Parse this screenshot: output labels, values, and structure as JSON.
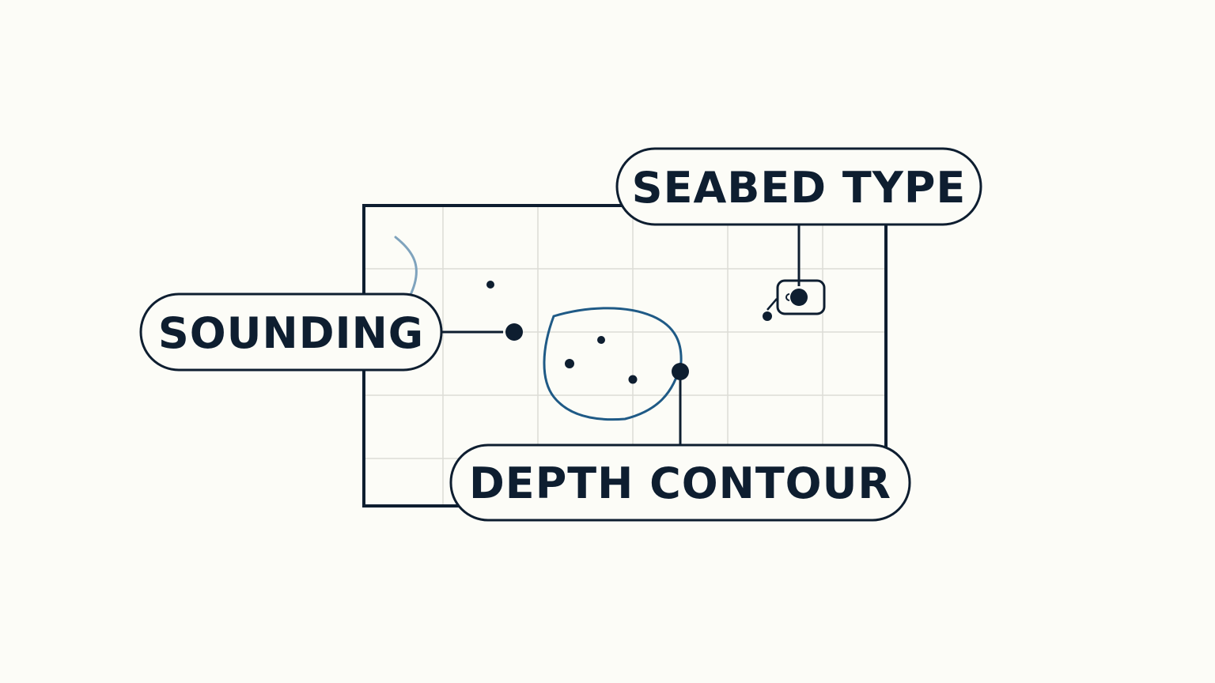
{
  "colors": {
    "background": "#fcfcf7",
    "ink": "#0e1e30",
    "contour": "#1f5a86",
    "faint_contour": "#7fa3bd",
    "grid": "#dcdcd6",
    "pill_fill": "#fcfcf7"
  },
  "callouts": {
    "sounding": "SOUNDING",
    "seabed_type": "SEABED TYPE",
    "depth_contour": "DEPTH CONTOUR"
  }
}
